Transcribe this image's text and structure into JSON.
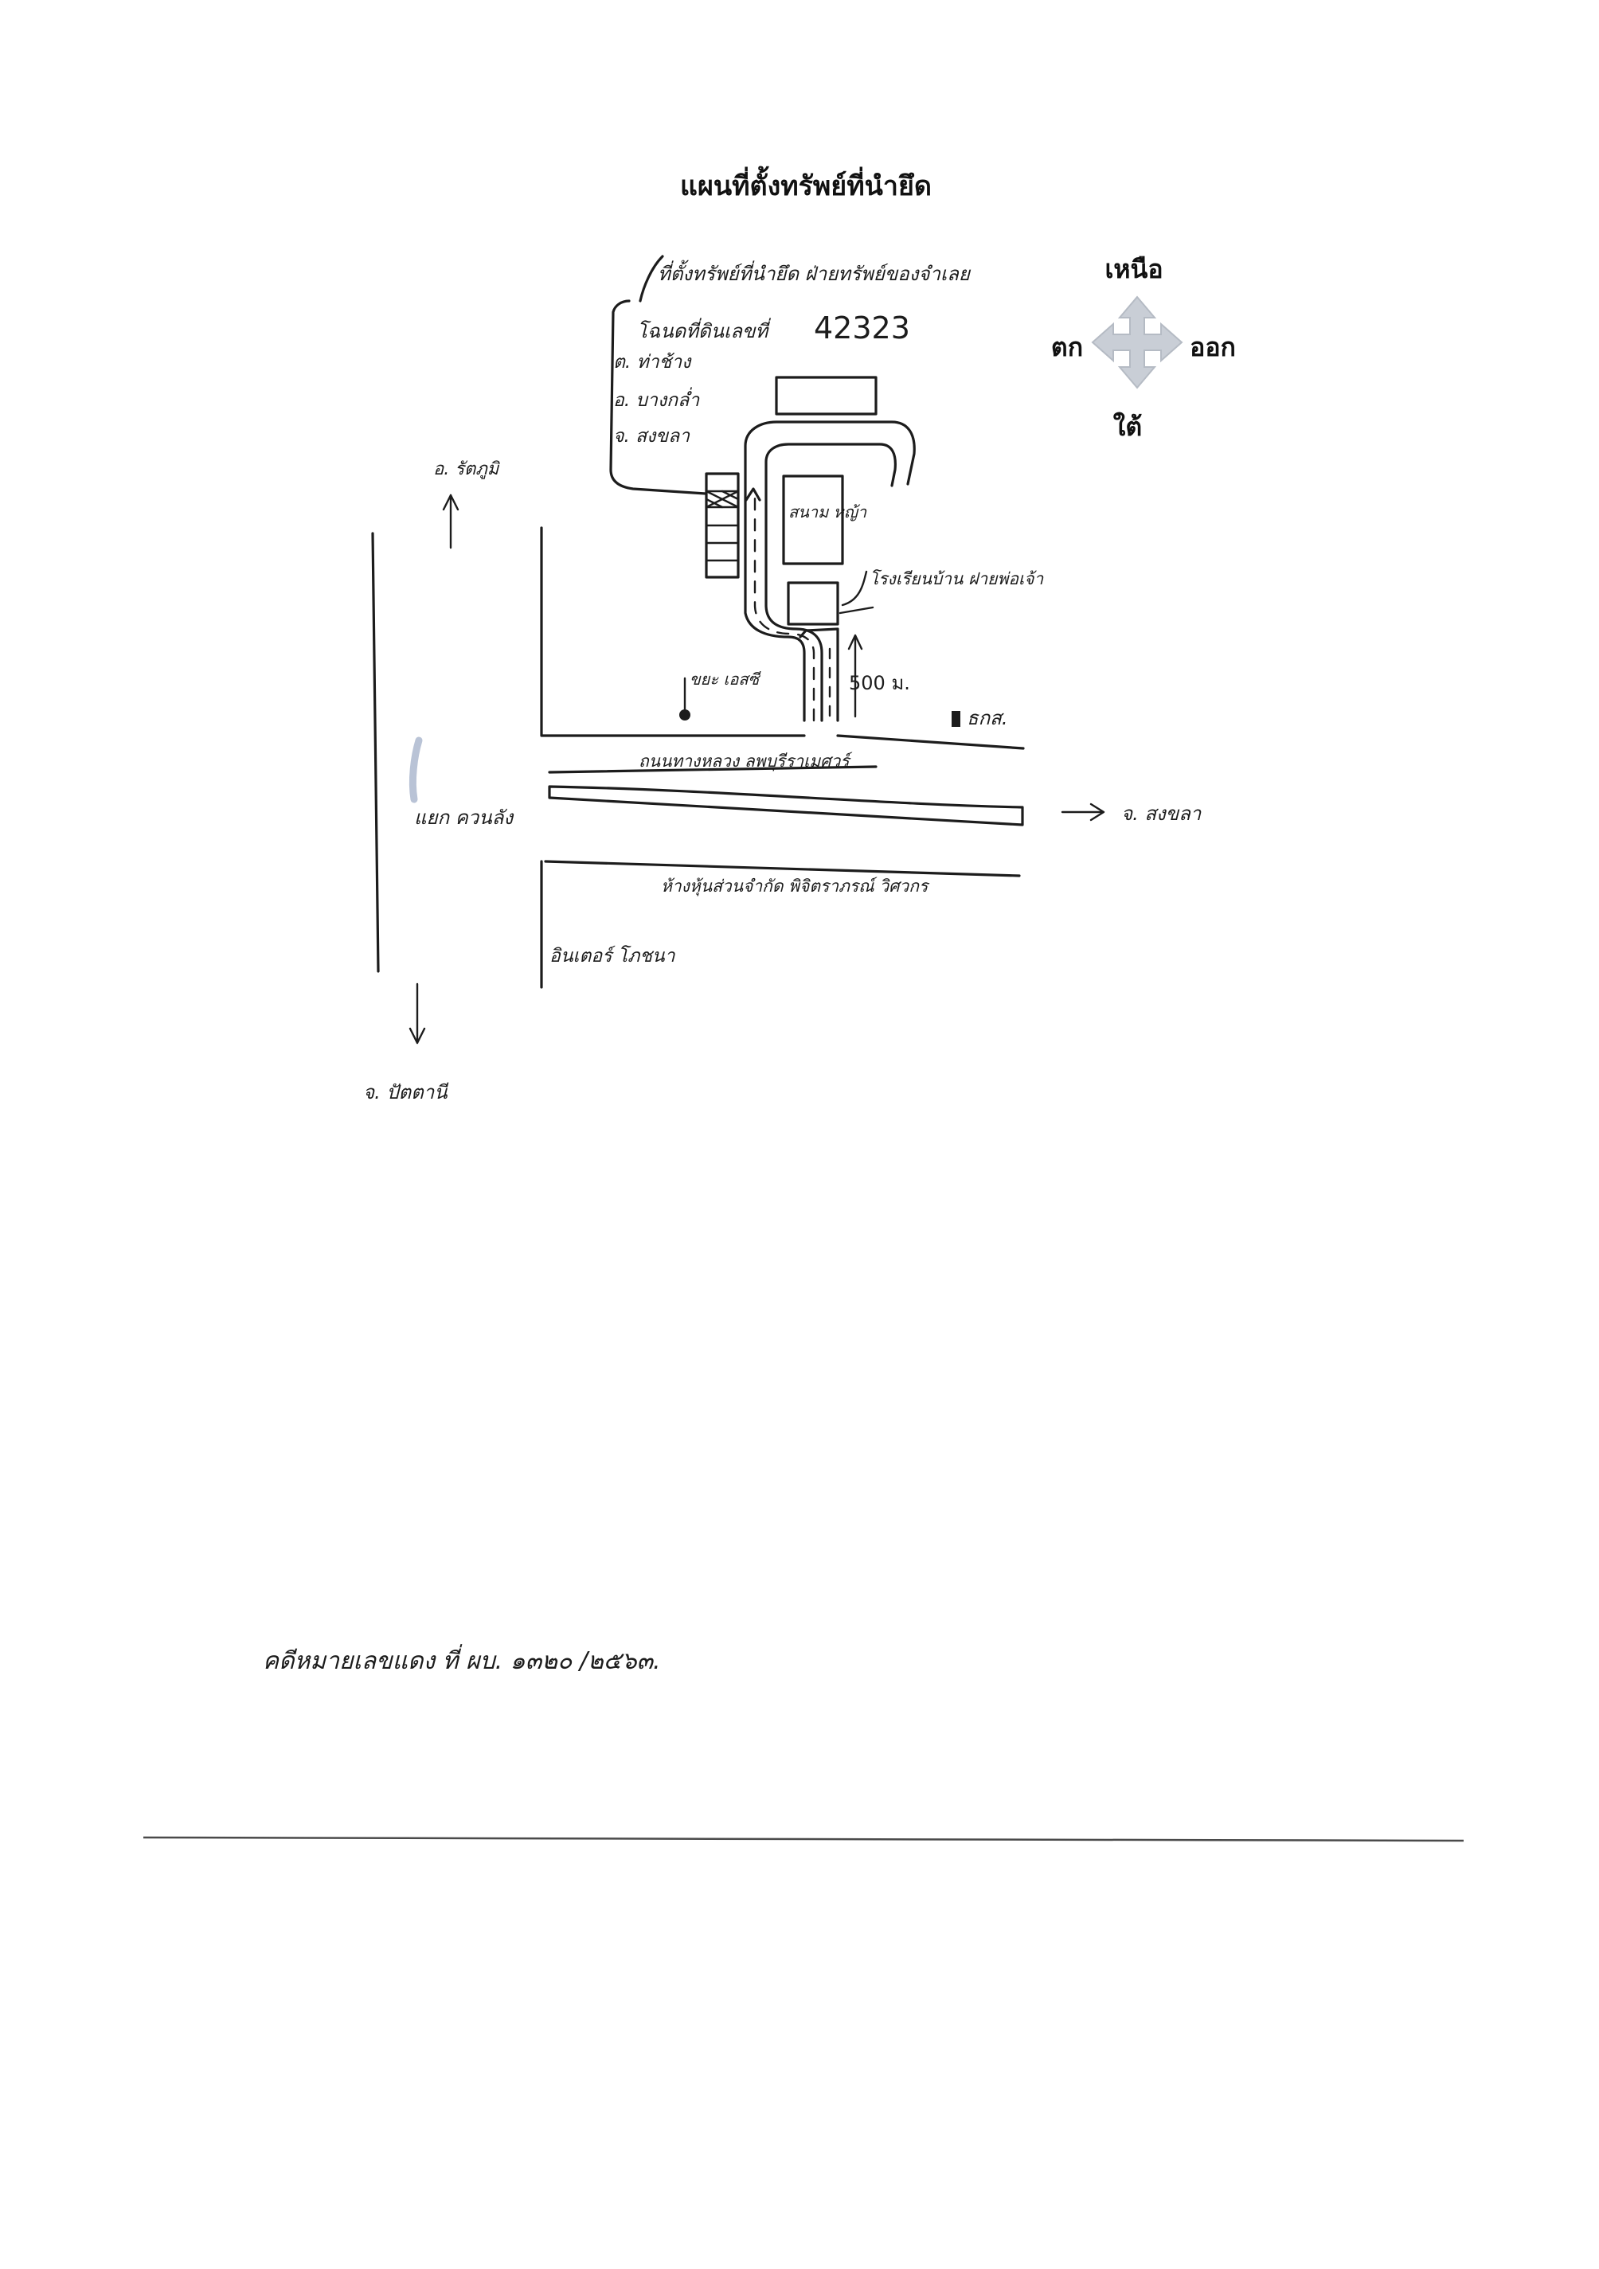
{
  "map": {
    "title": "แผนที่ตั้งทรัพย์ที่นำยึด",
    "compass": {
      "north": "เหนือ",
      "west": "ตก",
      "east": "ออก",
      "south": "ใต้",
      "arrow_color": "#c9ced6"
    },
    "property": {
      "heading": "ที่ตั้งทรัพย์ที่นำยึด ฝ่ายทรัพย์ของจำเลย",
      "deed_label": "โฉนดที่ดินเลขที่",
      "deed_number": "42323",
      "subdistrict": "ต. ท่าช้าง",
      "district": "อ. บางกล่ำ",
      "province": "จ. สงขลา"
    },
    "places": {
      "field": "สนาม หญ้า",
      "school": "โรงเรียนบ้าน ฝายพ่อเจ้า",
      "distance": "500 ม.",
      "toilet": "ขยะ เอสซี",
      "bank": "ธกส.",
      "road": "ถนนทางหลวง ลพบุรีราเมศวร์",
      "junction": "แยก ควนลัง",
      "store": "ห้างหุ้นส่วนจำกัด พิจิตราภรณ์ วิศวกร",
      "supplier": "อินเตอร์ โภชนา"
    },
    "directions": {
      "north": "อ. รัตภูมิ",
      "east": "จ. สงขลา",
      "south": "จ. ปัตตานี"
    }
  },
  "case_note": "คดีหมายเลขแดง ที่ ผบ. ๑๓๒๐ /๒๕๖๓."
}
